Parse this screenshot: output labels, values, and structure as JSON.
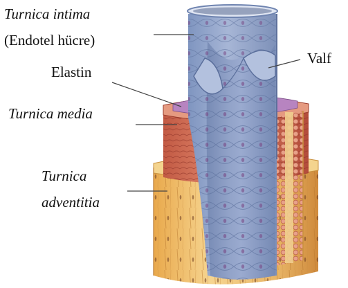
{
  "labels": {
    "tunica_intima": "Turnica intima",
    "endothelium": "(Endotel hücre)",
    "valve": "Valf",
    "elastin": "Elastin",
    "tunica_media": "Turnica media",
    "tunica_adventitia_1": "Turnica",
    "tunica_adventitia_2": "adventitia"
  },
  "colors": {
    "intima": "#8ea2c8",
    "intima_dark": "#6f84b0",
    "media": "#c8644e",
    "elastin": "#b07ab8",
    "adventitia": "#e8bb72",
    "leader": "#444444"
  }
}
